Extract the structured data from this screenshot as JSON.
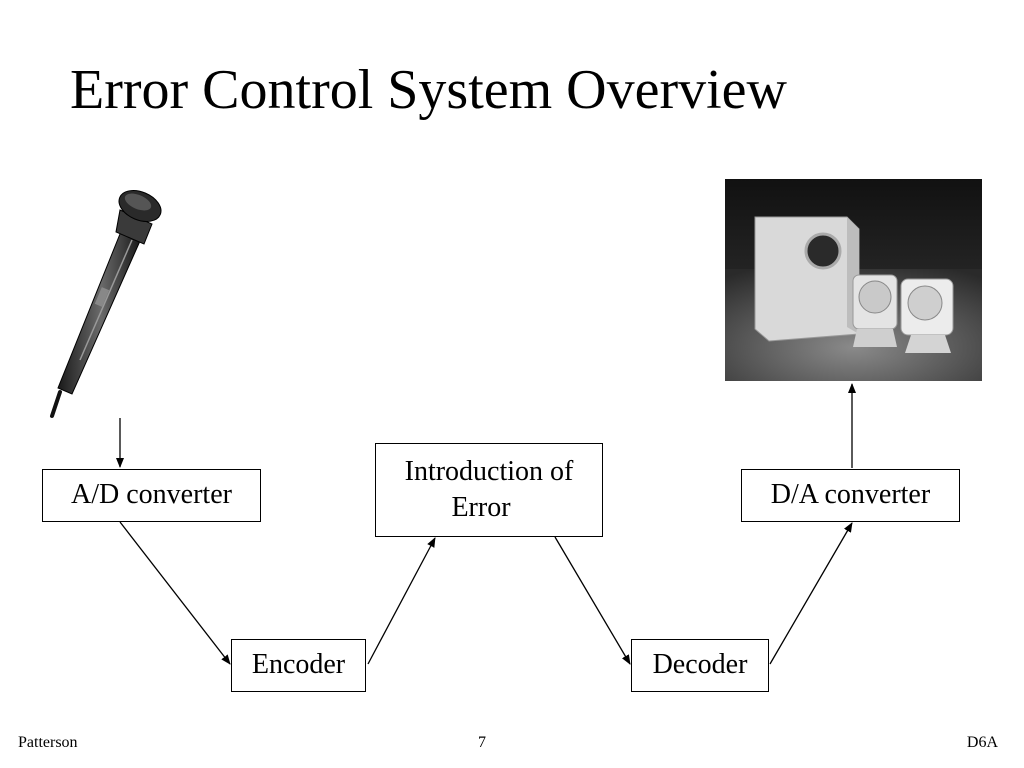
{
  "slide": {
    "title": "Error Control System Overview"
  },
  "diagram": {
    "nodes": {
      "ad_converter": "A/D converter",
      "introduction_line1": "Introduction of",
      "introduction_line2": "Error",
      "da_converter": "D/A converter",
      "encoder": "Encoder",
      "decoder": "Decoder"
    },
    "images": {
      "source": "microphone-image",
      "sink": "speakers-image"
    }
  },
  "footer": {
    "left": "Patterson",
    "center": "7",
    "right": "D6A"
  }
}
